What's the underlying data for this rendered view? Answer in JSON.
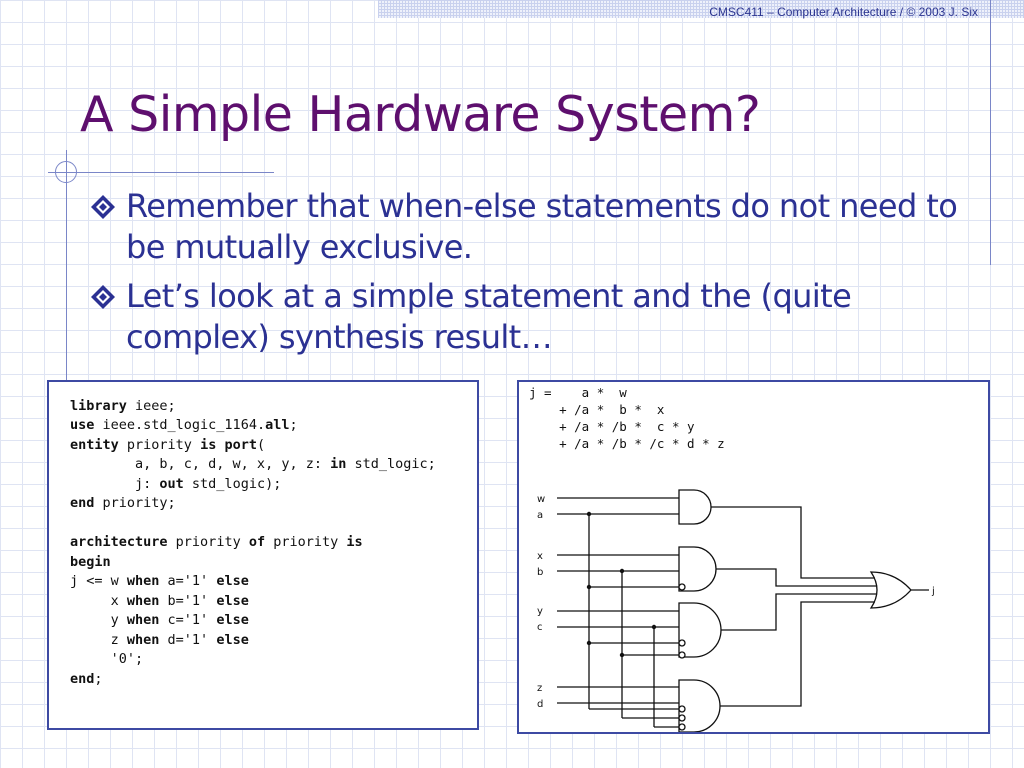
{
  "slide": {
    "header_text": "CMSC411 – Computer Architecture / © 2003 J. Six",
    "title": "A Simple Hardware System?",
    "bullet_icon": "diamond-bullet-icon",
    "bullets": [
      "Remember that when-else statements do not need to be mutually exclusive.",
      "Let’s look at a simple statement and the (quite complex) synthesis result…"
    ]
  },
  "code": {
    "lines": [
      "library ieee;",
      "use ieee.std_logic_1164.all;",
      "entity priority is port(",
      "        a, b, c, d, w, x, y, z: in std_logic;",
      "        j: out std_logic);",
      "end priority;",
      "",
      "architecture priority of priority is",
      "begin",
      "j <= w when a='1' else",
      "     x when b='1' else",
      "     y when c='1' else",
      "     z when d='1' else",
      "     '0';",
      "end;"
    ]
  },
  "circuit": {
    "equation": [
      "j =    a *  w",
      "    + /a *  b *  x",
      "    + /a * /b *  c * y",
      "    + /a * /b * /c * d * z"
    ],
    "inputs": [
      "w",
      "a",
      "x",
      "b",
      "y",
      "c",
      "z",
      "d"
    ],
    "output": "j"
  }
}
